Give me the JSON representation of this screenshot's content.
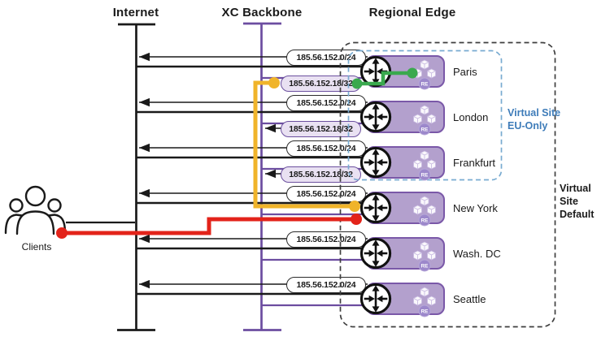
{
  "headers": {
    "internet": "Internet",
    "backbone": "XC Backbone",
    "regional_edge": "Regional Edge"
  },
  "clients_label": "Clients",
  "routes": {
    "subnet": "185.56.152.0/24",
    "host": "185.56.152.18/32"
  },
  "nodes": [
    {
      "name": "Paris",
      "has_host_route": true
    },
    {
      "name": "London",
      "has_host_route": true
    },
    {
      "name": "Frankfurt",
      "has_host_route": true
    },
    {
      "name": "New York",
      "has_host_route": false
    },
    {
      "name": "Wash. DC",
      "has_host_route": false
    },
    {
      "name": "Seattle",
      "has_host_route": false
    }
  ],
  "re_badge": "RE",
  "virtual_sites": {
    "eu": {
      "line1": "Virtual Site",
      "line2": "EU-Only"
    },
    "default": {
      "line1": "Virtual Site",
      "line2": "Default"
    }
  },
  "icons": {
    "router": "crossed-arrows-in-circle",
    "re": "cube-cluster-with-RE-badge",
    "clients": "three-people-outline"
  },
  "colors": {
    "backbone_purple": "#6c4da0",
    "node_fill": "#b3a0cd",
    "node_border": "#7a58a8",
    "host_pill_fill": "#e9e1f2",
    "host_pill_border": "#6b4f9e",
    "eu_dashed": "#78abd1",
    "eu_text": "#3e7cb9",
    "default_dashed": "#3f3f3f",
    "path_yellow": "#f0b42a",
    "path_red": "#e3231a",
    "path_green": "#3aa94e"
  }
}
